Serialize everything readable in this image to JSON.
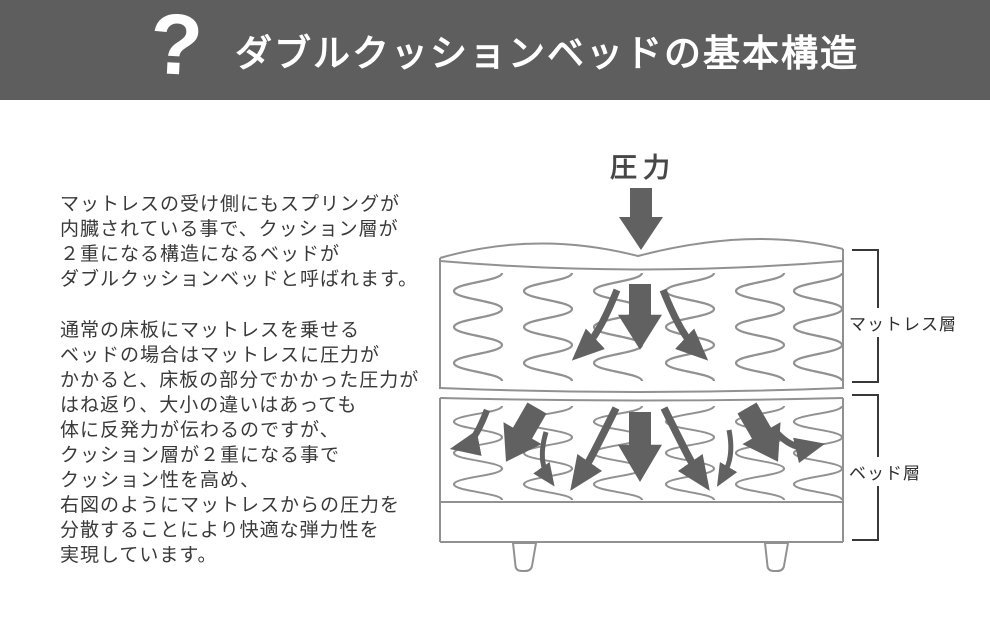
{
  "header": {
    "icon": "?",
    "title": "ダブルクッションベッドの基本構造",
    "bg_color": "#5e5e5e",
    "text_color": "#ffffff"
  },
  "description": {
    "paragraph1": "マットレスの受け側にもスプリングが\n内臓されている事で、クッション層が\n２重になる構造になるベッドが\nダブルクッションベッドと呼ばれます。",
    "paragraph2": "通常の床板にマットレスを乗せる\nベッドの場合はマットレスに圧力が\nかかると、床板の部分でかかった圧力が\nはね返り、大小の違いはあっても\n体に反発力が伝わるのですが、\nクッション層が２重になる事で\nクッション性を高め、\n右図のようにマットレスからの圧力を\n分散することにより快適な弾力性を\n実現しています。"
  },
  "diagram": {
    "pressure_label": "圧力",
    "mattress_layer_label": "マットレス層",
    "bed_layer_label": "ベッド層",
    "line_color": "#919191",
    "arrow_color": "#616161",
    "bracket_color": "#383838",
    "text_color": "#3a3a3a"
  }
}
